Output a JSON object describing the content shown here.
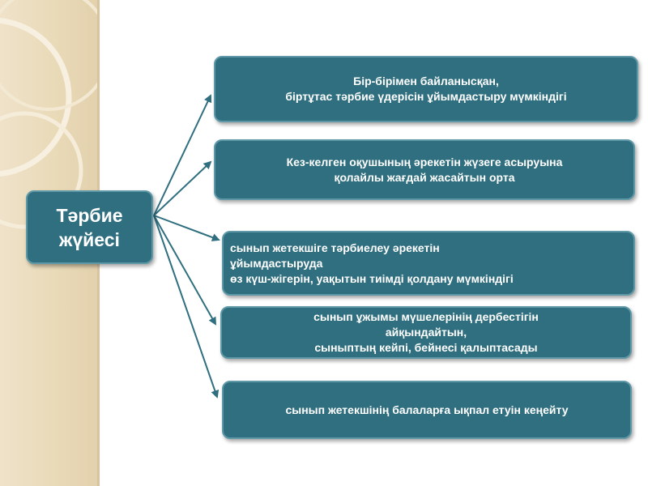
{
  "main": {
    "line1": "Тәрбие",
    "line2": "жүйесі"
  },
  "branches": [
    {
      "lines": [
        "Бір-бірімен байланысқан,",
        "біртұтас тәрбие үдерісін ұйымдастыру мүмкіндігі"
      ]
    },
    {
      "lines": [
        "Кез-келген оқушының  әрекетін жүзеге асыруына",
        "қолайлы  жағдай  жасайтын орта"
      ]
    },
    {
      "lines": [
        "сынып жетекшіге тәрбиелеу әрекетін",
        "ұйымдастыруда",
        "өз күш-жігерін, уақытын тиімді қолдану мүмкіндігі"
      ]
    },
    {
      "lines": [
        "сынып ұжымы мүшелерінің дербестігін",
        "айқындайтын,",
        "сыныптың кейпі, бейнесі қалыптасады"
      ]
    },
    {
      "lines": [
        "сынып жетекшінің  балаларға ықпал етуін кеңейту"
      ]
    }
  ],
  "colors": {
    "box_fill": "#2f6f7f",
    "box_border": "#5f99a7",
    "arrow": "#2f6f7f",
    "side_band": "#e9dab8"
  }
}
